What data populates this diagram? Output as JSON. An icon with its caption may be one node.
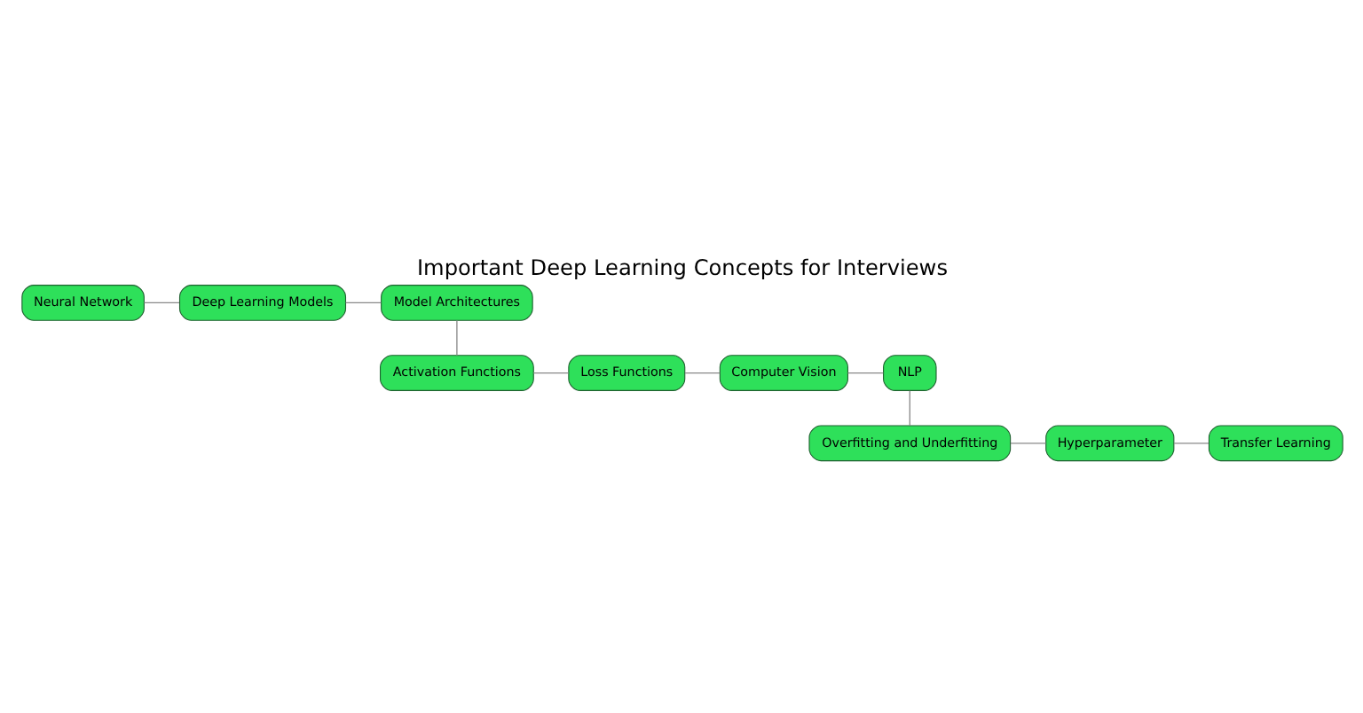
{
  "diagram": {
    "title": "Important Deep Learning Concepts for Interviews",
    "nodes": [
      {
        "text": [
          "Neural Network"
        ]
      },
      {
        "text": [
          "Deep Learning Models"
        ]
      },
      {
        "text": [
          "Model Architectures"
        ]
      },
      {
        "text": [
          "Activation Functions"
        ]
      },
      {
        "text": [
          "Loss Functions"
        ]
      },
      {
        "text": [
          "Computer Vision"
        ]
      },
      {
        "text": [
          "NLP"
        ]
      },
      {
        "text": [
          "Overfitting and Underfitting"
        ]
      },
      {
        "text": [
          "Hyperparameter"
        ]
      },
      {
        "text": [
          "Transfer Learning"
        ]
      }
    ],
    "edges": [
      {
        "from": 0,
        "to": 1,
        "arrow": "none"
      },
      {
        "from": 1,
        "to": 2,
        "arrow": "none"
      },
      {
        "from": 2,
        "to": 3,
        "arrow": "none"
      },
      {
        "from": 3,
        "to": 4,
        "arrow": "none"
      },
      {
        "from": 4,
        "to": 5,
        "arrow": "none"
      },
      {
        "from": 5,
        "to": 6,
        "arrow": "none"
      },
      {
        "from": 6,
        "to": 7,
        "arrow": "none"
      },
      {
        "from": 7,
        "to": 8,
        "arrow": "none"
      },
      {
        "from": 8,
        "to": 9,
        "arrow": "none"
      }
    ]
  }
}
